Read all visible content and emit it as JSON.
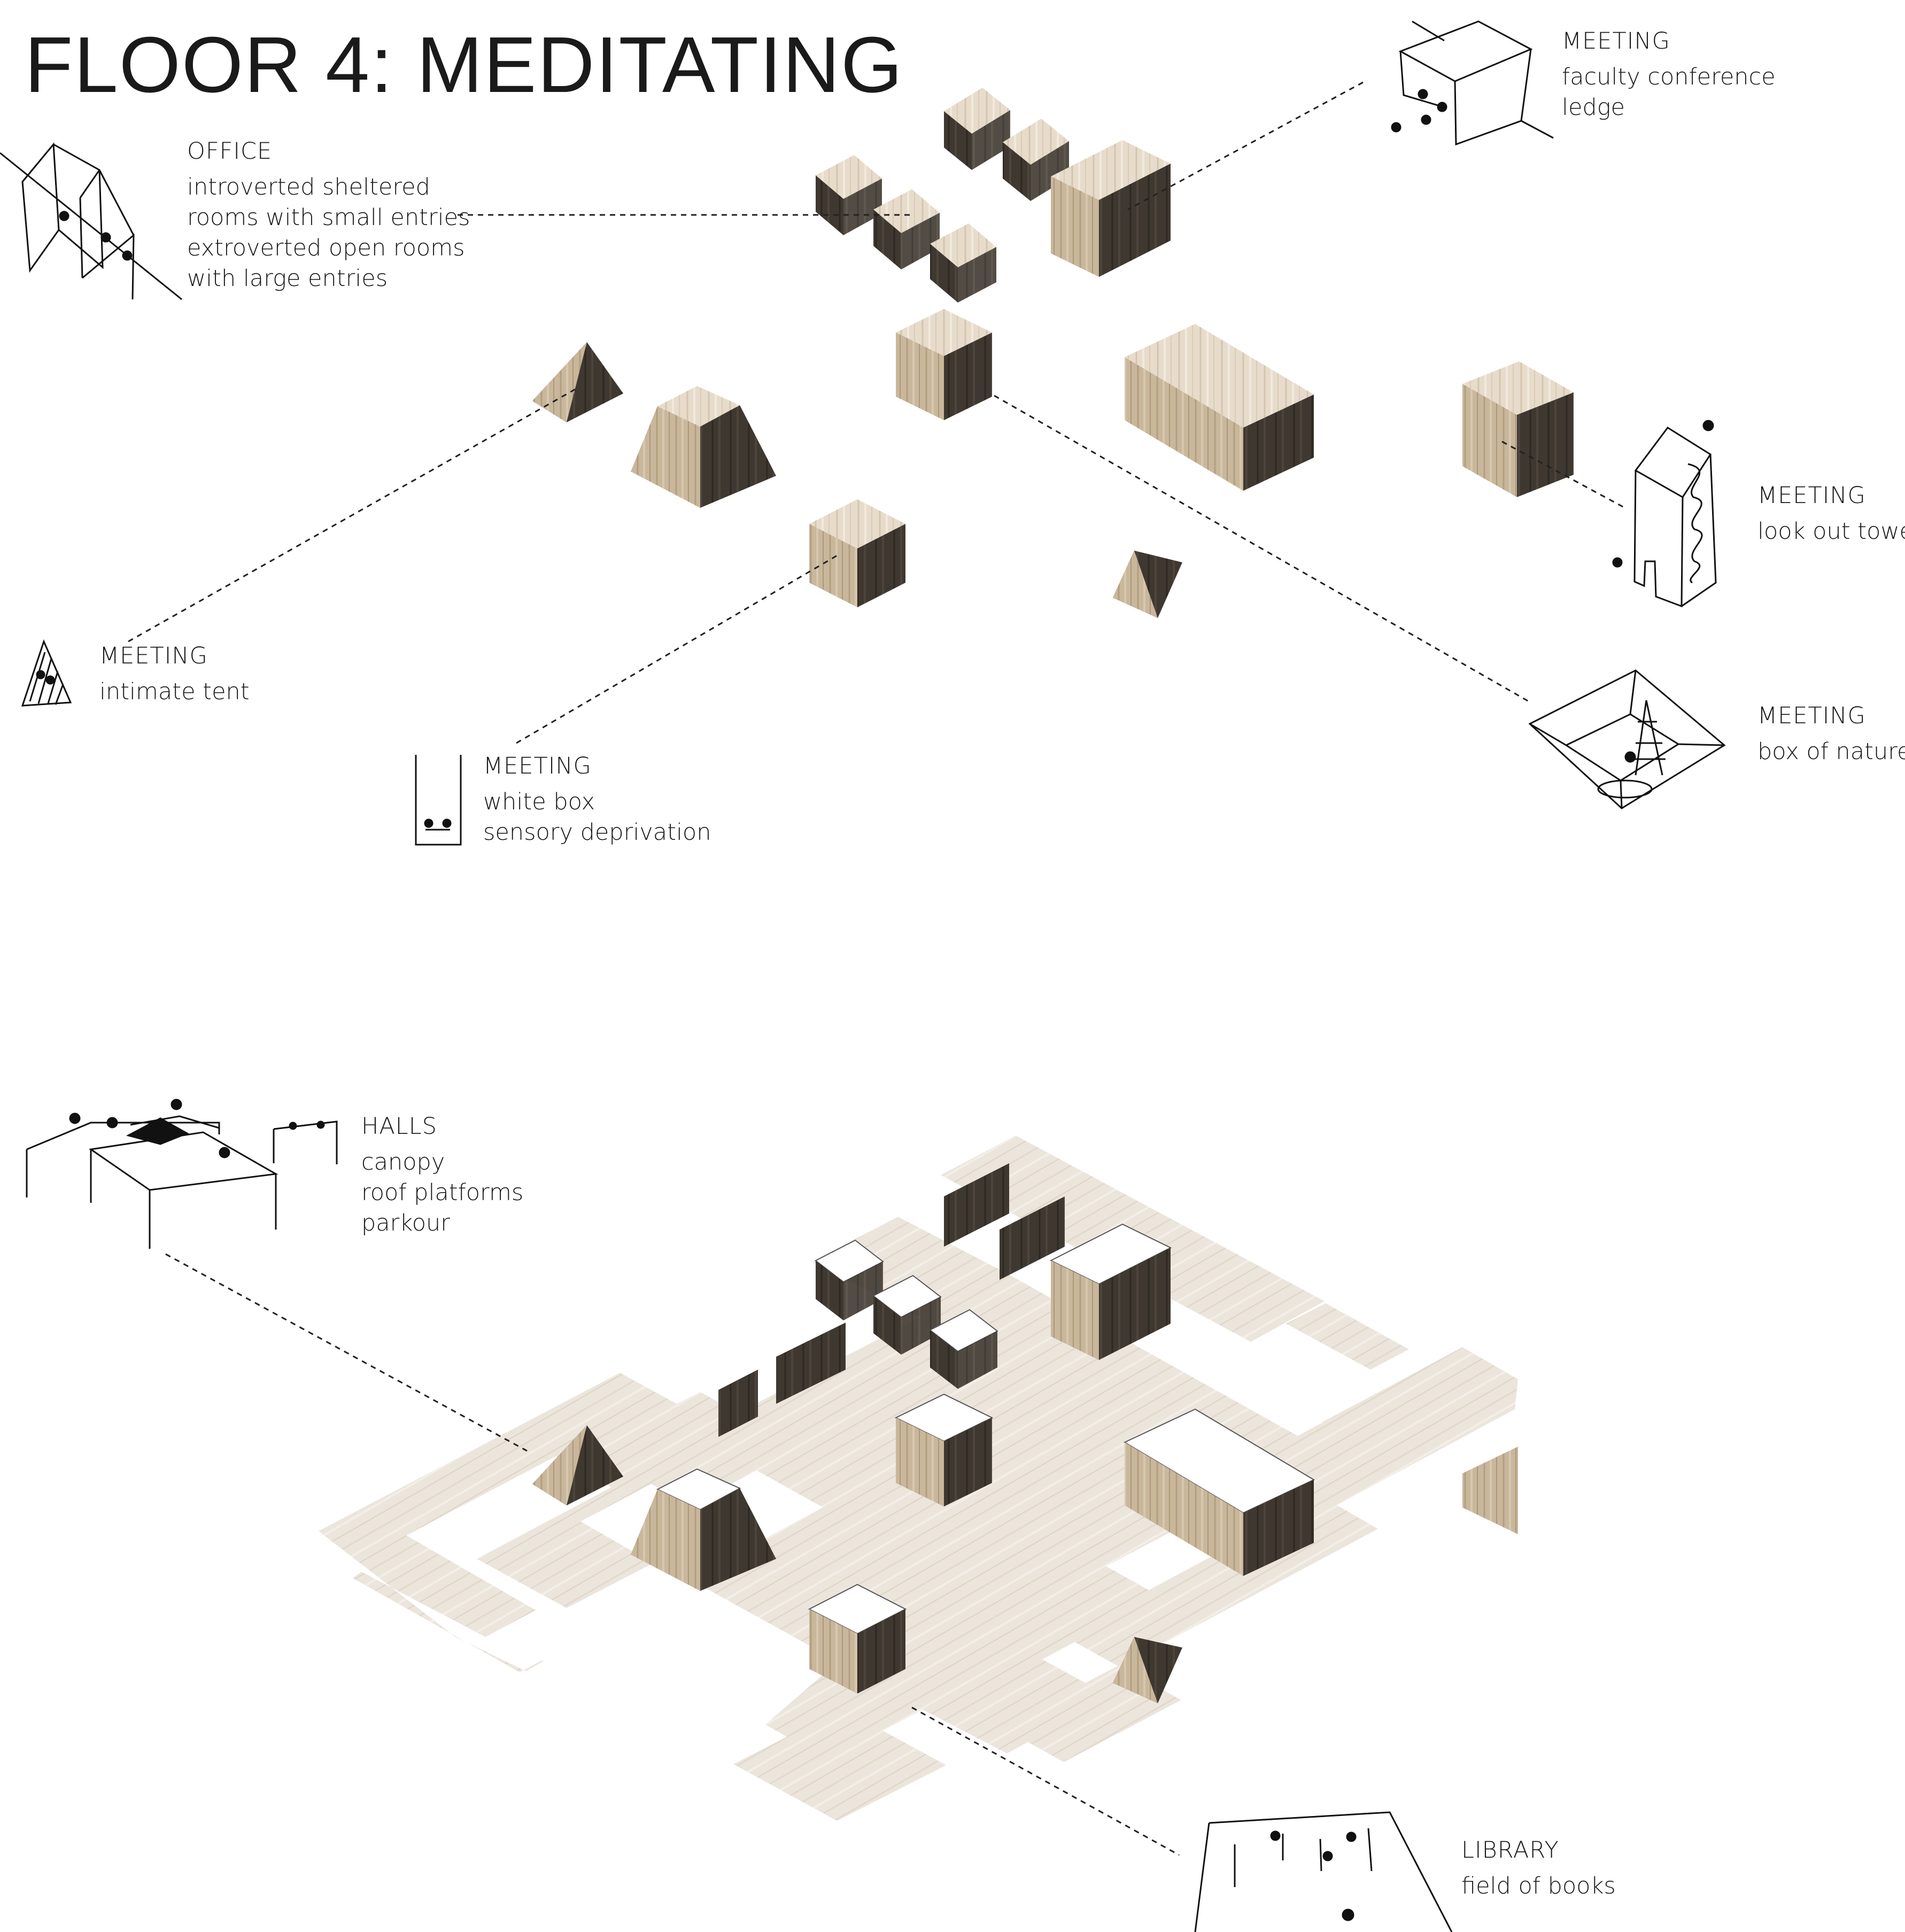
{
  "title": "FLOOR 4: MEDITATING",
  "colors": {
    "wood_light": "#eae0d0",
    "wood_mid": "#c9b79c",
    "wood_dark": "#3f3830",
    "floor": "#ece5dc",
    "ink": "#1a1a1a"
  },
  "labels": {
    "office": {
      "heading": "OFFICE",
      "lines": [
        "introverted sheltered",
        "rooms with small entries",
        "extroverted open rooms",
        "with large entries"
      ]
    },
    "meeting_conference": {
      "heading": "MEETING",
      "lines": [
        "faculty conference",
        "ledge"
      ]
    },
    "meeting_tower": {
      "heading": "MEETING",
      "lines": [
        "look out tower"
      ]
    },
    "meeting_tent": {
      "heading": "MEETING",
      "lines": [
        "intimate tent"
      ]
    },
    "meeting_whitebox": {
      "heading": "MEETING",
      "lines": [
        "white box",
        "sensory deprivation"
      ]
    },
    "meeting_nature": {
      "heading": "MEETING",
      "lines": [
        "box of nature"
      ]
    },
    "halls": {
      "heading": "HALLS",
      "lines": [
        "canopy",
        "roof platforms",
        "parkour"
      ]
    },
    "library": {
      "heading": "LIBRARY",
      "lines": [
        "field of books"
      ]
    }
  }
}
